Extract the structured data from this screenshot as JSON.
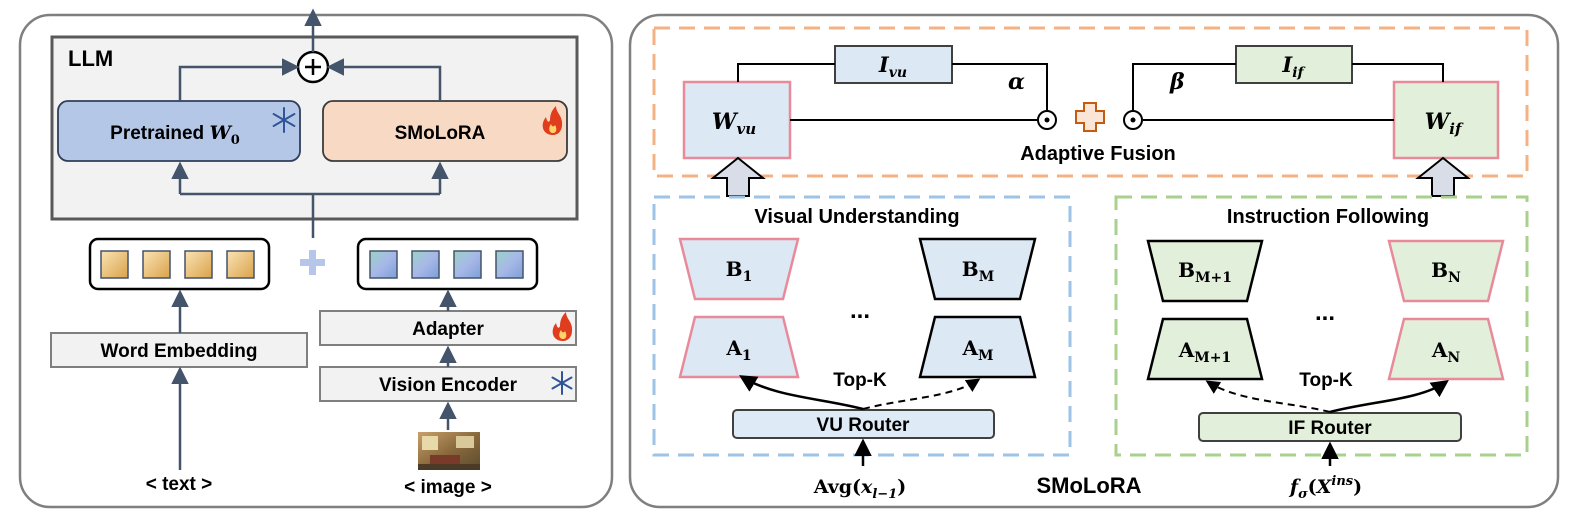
{
  "left_panel": {
    "llm_label": "LLM",
    "pretrained_label": "Pretrained ",
    "pretrained_symbol": "W",
    "pretrained_sub": "0",
    "smolora_label": "SMoLoRA",
    "word_embedding_label": "Word Embedding",
    "adapter_label": "Adapter",
    "vision_encoder_label": "Vision Encoder",
    "text_input_label": "< text >",
    "image_input_label": "< image >",
    "plus_symbol": "+"
  },
  "right_panel": {
    "title": "SMoLoRA",
    "adaptive_fusion_label": "Adaptive Fusion",
    "w_vu": {
      "base": "W",
      "sub": "vu"
    },
    "w_if": {
      "base": "W",
      "sub": "if"
    },
    "i_vu": {
      "base": "I",
      "sub": "vu"
    },
    "i_if": {
      "base": "I",
      "sub": "if"
    },
    "alpha": "α",
    "beta": "β",
    "visual_understanding_title": "Visual Understanding",
    "instruction_following_title": "Instruction Following",
    "vu_router_label": "VU Router",
    "if_router_label": "IF Router",
    "top_k_label": "Top-K",
    "ellipsis": "...",
    "vu_experts": {
      "b1": {
        "base": "B",
        "sub": "1"
      },
      "bm": {
        "base": "B",
        "sub": "M"
      },
      "a1": {
        "base": "A",
        "sub": "1"
      },
      "am": {
        "base": "A",
        "sub": "M"
      }
    },
    "if_experts": {
      "bm1": {
        "base": "B",
        "sub": "M+1"
      },
      "bn": {
        "base": "B",
        "sub": "N"
      },
      "am1": {
        "base": "A",
        "sub": "M+1"
      },
      "an": {
        "base": "A",
        "sub": "N"
      }
    },
    "vu_input": {
      "prefix": "Avg(",
      "var": "x",
      "sub": "l−1",
      "suffix": ")"
    },
    "if_input": {
      "func": "f",
      "func_sub": "σ",
      "open": "(",
      "var": "X",
      "sup": "ins",
      "close": ")"
    }
  },
  "colors": {
    "frozen_blue": "#b4c7e7",
    "trainable_orange": "#f8d9c4",
    "vu_blue": "#dce8f4",
    "if_green": "#e2efda",
    "router_blue": "#deebf7",
    "pink_border": "#e88a9a",
    "dashed_orange": "#f4b183",
    "dashed_blue": "#9dc3e6",
    "dashed_green": "#a9d18e",
    "arrow": "#44546a",
    "fire": "#e03c1e",
    "snow": "#2f5597"
  }
}
